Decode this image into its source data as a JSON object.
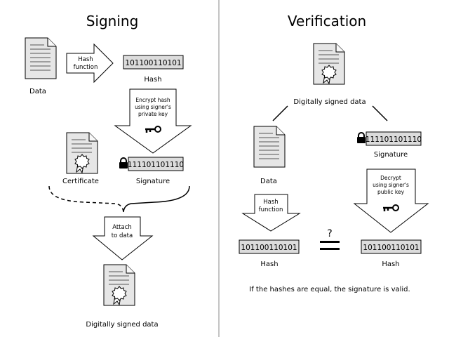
{
  "signing": {
    "title": "Signing",
    "data_label": "Data",
    "hash_function_line1": "Hash",
    "hash_function_line2": "function",
    "hash_value": "101100110101",
    "hash_label": "Hash",
    "encrypt_line1": "Encrypt hash",
    "encrypt_line2": "using signer's",
    "encrypt_line3": "private key",
    "certificate_label": "Certificate",
    "signature_value": "111101101110",
    "signature_label": "Signature",
    "attach_line1": "Attach",
    "attach_line2": "to data",
    "signed_data_label": "Digitally signed data"
  },
  "verification": {
    "title": "Verification",
    "signed_data_label": "Digitally signed data",
    "data_label": "Data",
    "signature_value": "111101101110",
    "signature_label": "Signature",
    "hash_function_line1": "Hash",
    "hash_function_line2": "function",
    "decrypt_line1": "Decrypt",
    "decrypt_line2": "using signer's",
    "decrypt_line3": "public key",
    "question_mark": "?",
    "hash_left_value": "101100110101",
    "hash_left_label": "Hash",
    "hash_right_value": "101100110101",
    "hash_right_label": "Hash",
    "note": "If the hashes are equal, the signature is valid."
  },
  "colors": {
    "page_fill": "#e6e6e6",
    "box_fill": "#dcdcdc",
    "line": "#000000"
  }
}
